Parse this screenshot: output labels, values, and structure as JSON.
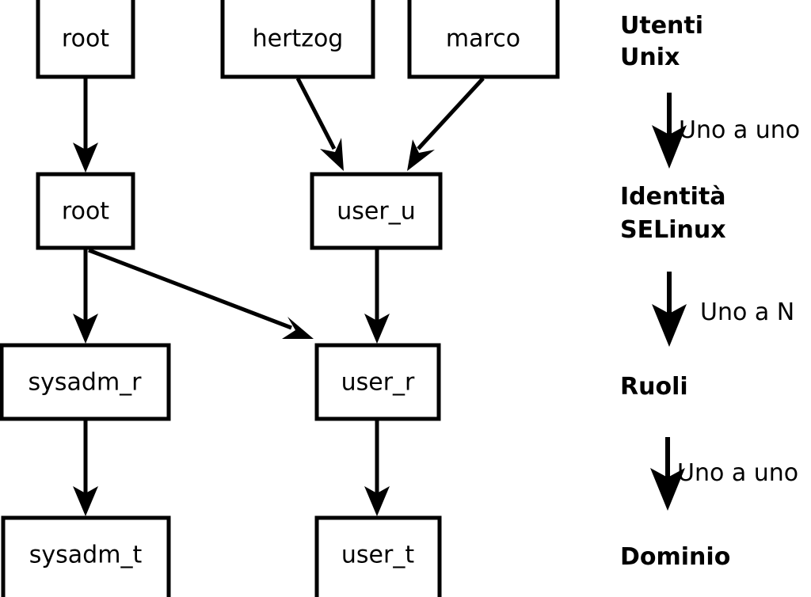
{
  "diagram": {
    "title": "SELinux identity to role to domain mapping",
    "colors": {
      "background": "#ffffff",
      "stroke": "#000000",
      "box_fill": "#ffffff",
      "text": "#000000"
    },
    "nodes": [
      {
        "id": "unix_root",
        "label": "root",
        "layer": "unix_users"
      },
      {
        "id": "unix_hertzog",
        "label": "hertzog",
        "layer": "unix_users"
      },
      {
        "id": "unix_marco",
        "label": "marco",
        "layer": "unix_users"
      },
      {
        "id": "id_root",
        "label": "root",
        "layer": "selinux_identities"
      },
      {
        "id": "id_user_u",
        "label": "user_u",
        "layer": "selinux_identities"
      },
      {
        "id": "role_sysadm",
        "label": "sysadm_r",
        "layer": "roles"
      },
      {
        "id": "role_user",
        "label": "user_r",
        "layer": "roles"
      },
      {
        "id": "dom_sysadm",
        "label": "sysadm_t",
        "layer": "domains"
      },
      {
        "id": "dom_user",
        "label": "user_t",
        "layer": "domains"
      }
    ],
    "edges": [
      {
        "from": "unix_root",
        "to": "id_root"
      },
      {
        "from": "unix_hertzog",
        "to": "id_user_u"
      },
      {
        "from": "unix_marco",
        "to": "id_user_u"
      },
      {
        "from": "id_root",
        "to": "role_sysadm"
      },
      {
        "from": "id_root",
        "to": "role_user"
      },
      {
        "from": "id_user_u",
        "to": "role_user"
      },
      {
        "from": "role_sysadm",
        "to": "dom_sysadm"
      },
      {
        "from": "role_user",
        "to": "dom_user"
      }
    ],
    "legend": {
      "stages": [
        {
          "id": "stage-unix-users",
          "lines": [
            "Utenti",
            "Unix"
          ]
        },
        {
          "id": "stage-selinux-identities",
          "lines": [
            "Identità",
            "SELinux"
          ]
        },
        {
          "id": "stage-roles",
          "lines": [
            "Ruoli"
          ]
        },
        {
          "id": "stage-domains",
          "lines": [
            "Dominio"
          ]
        }
      ],
      "relations": [
        {
          "id": "relation-unix-to-identity",
          "label": "Uno a uno"
        },
        {
          "id": "relation-identity-to-role",
          "label": "Uno a N"
        },
        {
          "id": "relation-role-to-domain",
          "label": "Uno a uno"
        }
      ]
    }
  }
}
